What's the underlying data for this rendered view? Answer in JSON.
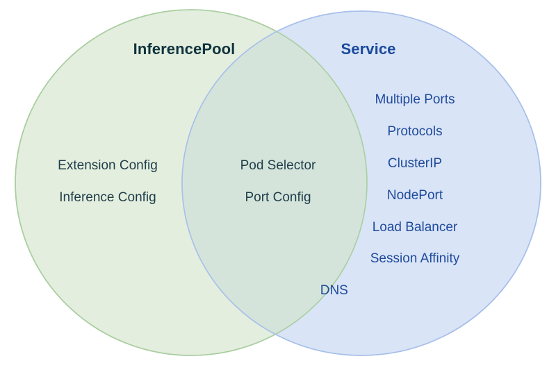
{
  "diagram": {
    "type": "venn",
    "background_color": "#ffffff",
    "sets": [
      {
        "id": "inference-pool",
        "title": "InferencePool",
        "title_color": "#10333d",
        "fill_color": "#e3eede",
        "stroke_color": "#a9cea0",
        "text_color": "#1e3d49",
        "items": [
          "Extension Config",
          "Inference Config"
        ]
      },
      {
        "id": "service",
        "title": "Service",
        "title_color": "#1a4a9c",
        "fill_color": "#d6e2f5",
        "stroke_color": "#a8c0ea",
        "text_color": "#1f4a9c",
        "items": [
          "Multiple Ports",
          "Protocols",
          "ClusterIP",
          "NodePort",
          "Load Balancer",
          "Session Affinity",
          "DNS"
        ]
      }
    ],
    "intersection": {
      "id": "inference-pool-service-overlap",
      "fill_color": "#d5e4db",
      "text_color": "#1e3d49",
      "items": [
        "Pod Selector",
        "Port Config"
      ]
    }
  },
  "chart_data": {
    "type": "venn",
    "title": "",
    "sets": [
      "InferencePool",
      "Service"
    ],
    "regions": [
      {
        "label": "InferencePool only",
        "members": [
          "Extension Config",
          "Inference Config"
        ],
        "count": 2
      },
      {
        "label": "InferencePool ∩ Service",
        "members": [
          "Pod Selector",
          "Port Config"
        ],
        "count": 2
      },
      {
        "label": "Service only",
        "members": [
          "Multiple Ports",
          "Protocols",
          "ClusterIP",
          "NodePort",
          "Load Balancer",
          "Session Affinity",
          "DNS"
        ],
        "count": 7
      }
    ],
    "legend": "none",
    "grid": false
  }
}
